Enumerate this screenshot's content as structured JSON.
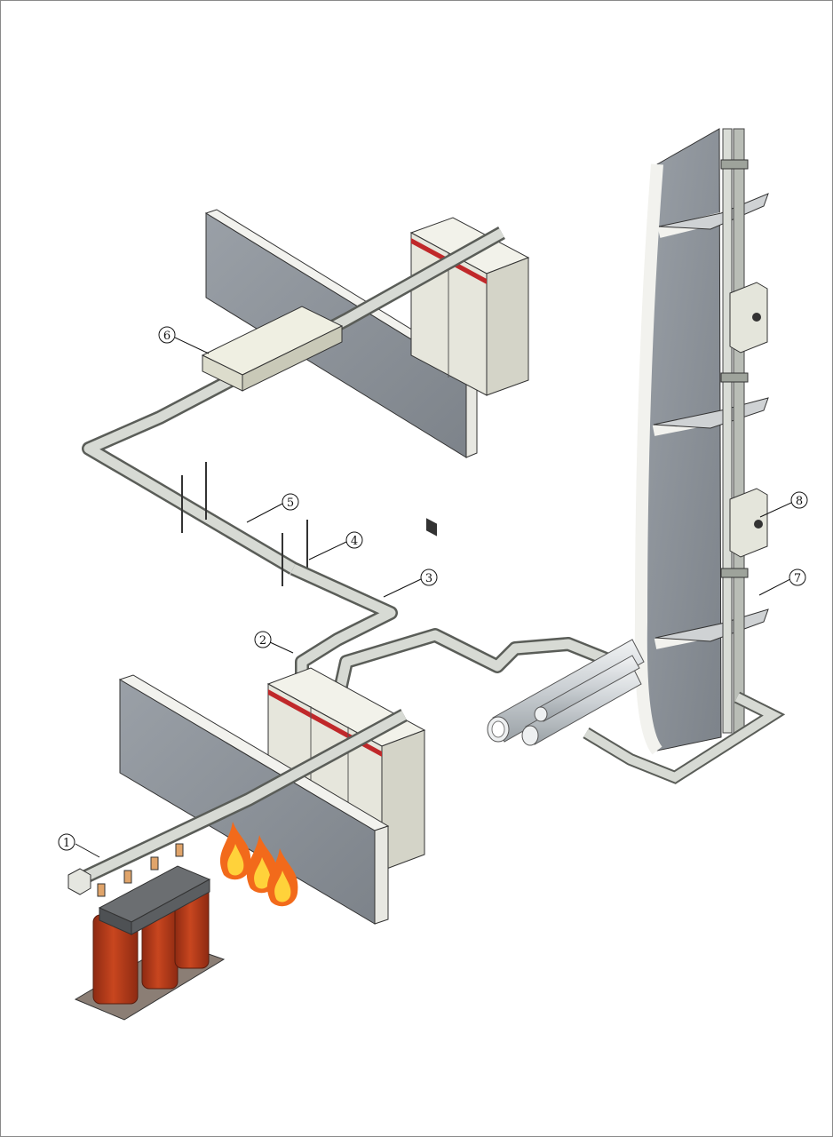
{
  "callouts": [
    "1",
    "2",
    "3",
    "4",
    "5",
    "6",
    "7",
    "8"
  ],
  "colors": {
    "wall": "#8a8f96",
    "wall_edge": "#f2f2ee",
    "busway": "#d7dad4",
    "busway_dark": "#a9ada6",
    "cabinet": "#e6e6dc",
    "cabinet_stripe": "#c0282a",
    "transformer_coil": "#b23a1a",
    "transformer_core": "#5b5e61",
    "pipe": "#d5d9dc",
    "fire": "#f26a1b"
  }
}
